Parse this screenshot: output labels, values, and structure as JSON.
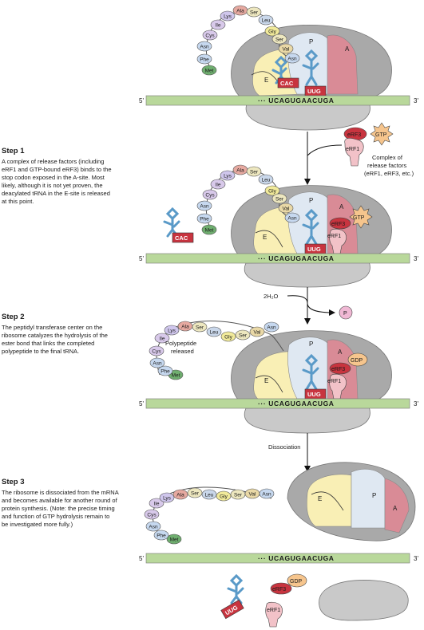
{
  "steps": [
    {
      "title": "Step 1",
      "lines": [
        "A complex of release factors (including",
        "eRF1 and GTP-bound eRF3) binds to the",
        "stop codon exposed in the A-site. Most",
        "likely, although it is not yet proven, the",
        "deacylated tRNA in the E-site is released",
        "at this point."
      ]
    },
    {
      "title": "Step 2",
      "lines": [
        "The peptidyl transferase center on the",
        "ribosome catalyzes the hydrolysis of the",
        "ester bond that links the completed",
        "polypeptide to the final tRNA."
      ]
    },
    {
      "title": "Step 3",
      "lines": [
        "The ribosome is dissociated from the mRNA",
        "and becomes available for another round of",
        "protein synthesis. (Note: the precise timing",
        "and function of GTP hydrolysis remain to",
        "be investigated more fully.)"
      ]
    }
  ],
  "mrna": {
    "sequence": "··· UCAGUGAACUGA",
    "five_prime": "5'",
    "three_prime": "3'"
  },
  "sites": {
    "e": "E",
    "p": "P",
    "a": "A"
  },
  "codons": {
    "anticodon_e": "CAC",
    "anticodon_p": "UUG"
  },
  "chain1": [
    "Met",
    "Phe",
    "Asn",
    "Cys",
    "Ile",
    "Lys",
    "Ala",
    "Ser",
    "Leu",
    "Gly",
    "Ser",
    "Val",
    "Asn"
  ],
  "chain2": [
    "Met",
    "Phe",
    "Asn",
    "Cys",
    "Ile",
    "Lys",
    "Ala",
    "Ser",
    "Leu",
    "Gly",
    "Ser",
    "Val",
    "Asn"
  ],
  "chain3": [
    "Met",
    "Phe",
    "Asn",
    "Cys",
    "Ile",
    "Lys",
    "Ala",
    "Ser",
    "Leu",
    "Gly",
    "Ser",
    "Val",
    "Asn"
  ],
  "chain4": [
    "Met",
    "Phe",
    "Asn",
    "Cys",
    "Ile",
    "Lys",
    "Ala",
    "Ser",
    "Leu",
    "Gly",
    "Ser",
    "Val",
    "Asn"
  ],
  "factors": {
    "erf1": "eRF1",
    "erf3": "eRF3",
    "gtp": "GTP",
    "gdp": "GDP"
  },
  "labels": {
    "complex": [
      "Complex of",
      "release factors",
      "(eRF1, eRF3, etc.)"
    ],
    "water": "2H₂O",
    "pi": "P",
    "released": [
      "Polypeptide",
      "released"
    ],
    "dissociation": "Dissociation"
  },
  "colors": {
    "mrna": "#b9d89b",
    "large_subunit": "#a9a9a9",
    "small_subunit": "#c9c9c9",
    "e_site": "#f9efb5",
    "p_site": "#dfe8f2",
    "a_site": "#d98b96",
    "codon_box": "#c8343f",
    "trna": "#5a9ac8",
    "gtp": "#f6c58d"
  }
}
